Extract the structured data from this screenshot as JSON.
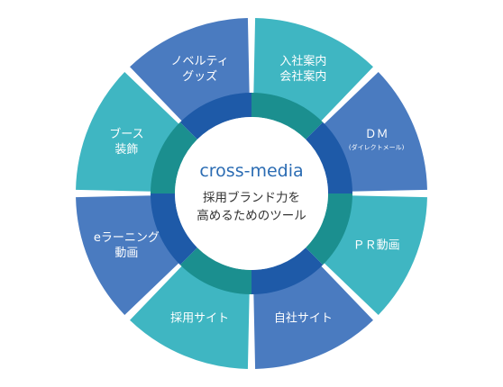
{
  "colors": {
    "teal": "#3fb6c2",
    "blue": "#4a7bc0",
    "ring_teal": "#1b8f8f",
    "ring_blue": "#1e5aa8",
    "title": "#2b6cb3",
    "text_dark": "#333333"
  },
  "center": {
    "title": "cross-media",
    "line1": "採用ブランド力を",
    "line2": "高めるためのツール"
  },
  "segments": [
    {
      "key": "nyusha",
      "lines": [
        "入社案内",
        "会社案内"
      ],
      "color": "teal"
    },
    {
      "key": "dm",
      "lines": [
        "ＤＭ",
        "(ダイレクトメール)"
      ],
      "color": "blue"
    },
    {
      "key": "pr",
      "lines": [
        "ＰＲ動画"
      ],
      "color": "teal"
    },
    {
      "key": "jisha",
      "lines": [
        "自社サイト"
      ],
      "color": "blue"
    },
    {
      "key": "saiyo",
      "lines": [
        "採用サイト"
      ],
      "color": "teal"
    },
    {
      "key": "elearn",
      "lines": [
        "eラーニング",
        "動画"
      ],
      "color": "blue"
    },
    {
      "key": "booth",
      "lines": [
        "ブース",
        "装飾"
      ],
      "color": "teal"
    },
    {
      "key": "novelty",
      "lines": [
        "ノベルティ",
        "グッズ"
      ],
      "color": "blue"
    }
  ]
}
